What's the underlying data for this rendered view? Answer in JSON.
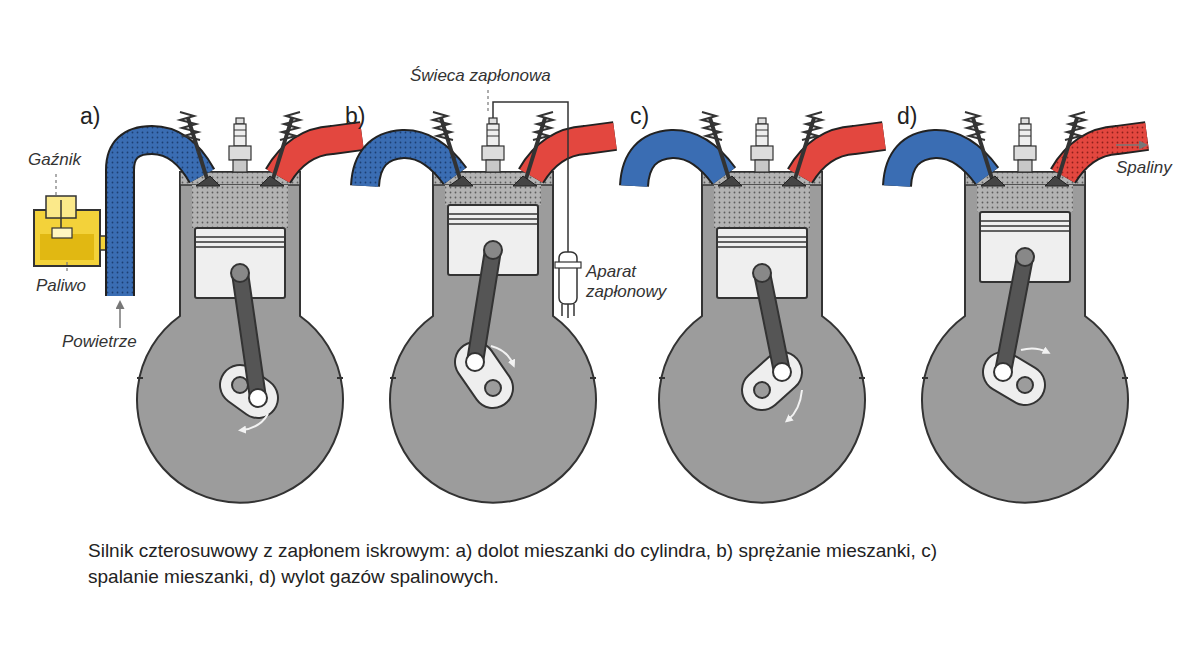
{
  "diagram": {
    "caption": "Silnik czterosuwowy z zapłonem iskrowym: a) dolot mieszanki do cylindra, b) sprężanie mieszanki, c) spalanie mieszanki, d) wylot gazów spalinowych.",
    "labels": [
      "a)",
      "b)",
      "c)",
      "d)",
      "Gaźnik",
      "Paliwo",
      "Powietrze",
      "Świeca zapłonowa",
      "Aparat zapłonowy",
      "Spaliny"
    ]
  }
}
